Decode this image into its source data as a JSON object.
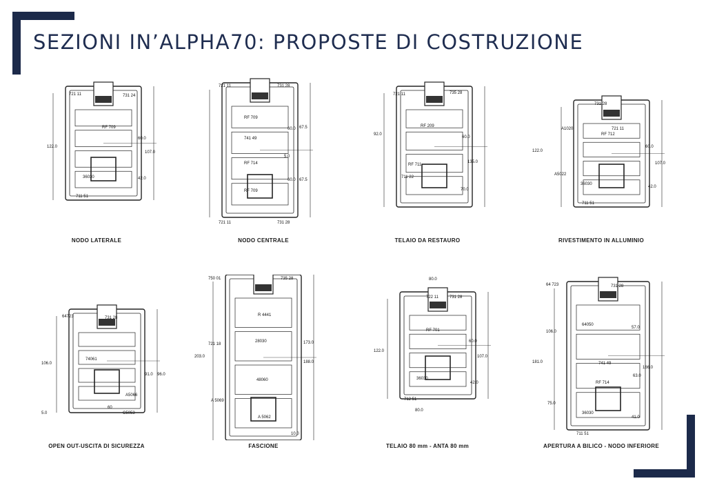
{
  "title": "SEZIONI IN’ALPHA70: PROPOSTE DI COSTRUZIONE",
  "colors": {
    "brand": "#1c2a4a",
    "line": "#222222"
  },
  "sections": [
    {
      "caption": "NODO LATERALE",
      "labels": [
        "721 11",
        "731 24",
        "RF 709",
        "60.0",
        "122.0",
        "107.0",
        "42.0",
        "36030",
        "711 51"
      ]
    },
    {
      "caption": "NODO CENTRALE",
      "labels": [
        "721 11",
        "731 28",
        "RF 709",
        "60.0",
        "67.5",
        "741 49",
        "5.0",
        "RF 714",
        "60.0",
        "67.5",
        "RF 709",
        "721 11",
        "731 28"
      ]
    },
    {
      "caption": "TELAIO DA RESTAURO",
      "labels": [
        "721 11",
        "735 28",
        "RF 209",
        "92.0",
        "60.0",
        "RF 711",
        "135.0",
        "711 22",
        "70.0"
      ]
    },
    {
      "caption": "RIVESTIMENTO IN ALLUMINIO",
      "labels": [
        "731 28",
        "A1020",
        "721 11",
        "RF 712",
        "122.0",
        "60.0",
        "107.0",
        "36030",
        "A5022",
        "42.0",
        "711 51"
      ]
    },
    {
      "caption": "OPEN OUT-USCITA DI SICUREZZA",
      "labels": [
        "64723",
        "731 28",
        "106.0",
        "74061",
        "91.0",
        "96.0",
        "A5066",
        "60",
        "5.0",
        "C5053"
      ]
    },
    {
      "caption": "FASCIONE",
      "labels": [
        "750 01",
        "735 28",
        "R 4441",
        "721 18",
        "28030",
        "173.0",
        "203.0",
        "188.0",
        "48060",
        "A 5069",
        "A 5062",
        "10.0"
      ]
    },
    {
      "caption": "TELAIO 80 mm - ANTA 80 mm",
      "labels": [
        "80.0",
        "722 11",
        "731 28",
        "RF 701",
        "122.0",
        "60.0",
        "107.0",
        "36030",
        "42.0",
        "712 51",
        "80.0"
      ]
    },
    {
      "caption": "APERTURA A BILICO - NODO INFERIORE",
      "labels": [
        "64 723",
        "731 28",
        "64050",
        "57.0",
        "106.0",
        "181.0",
        "741 49",
        "166.0",
        "RF 714",
        "63.0",
        "75.0",
        "36030",
        "41.0",
        "711 51"
      ]
    }
  ]
}
